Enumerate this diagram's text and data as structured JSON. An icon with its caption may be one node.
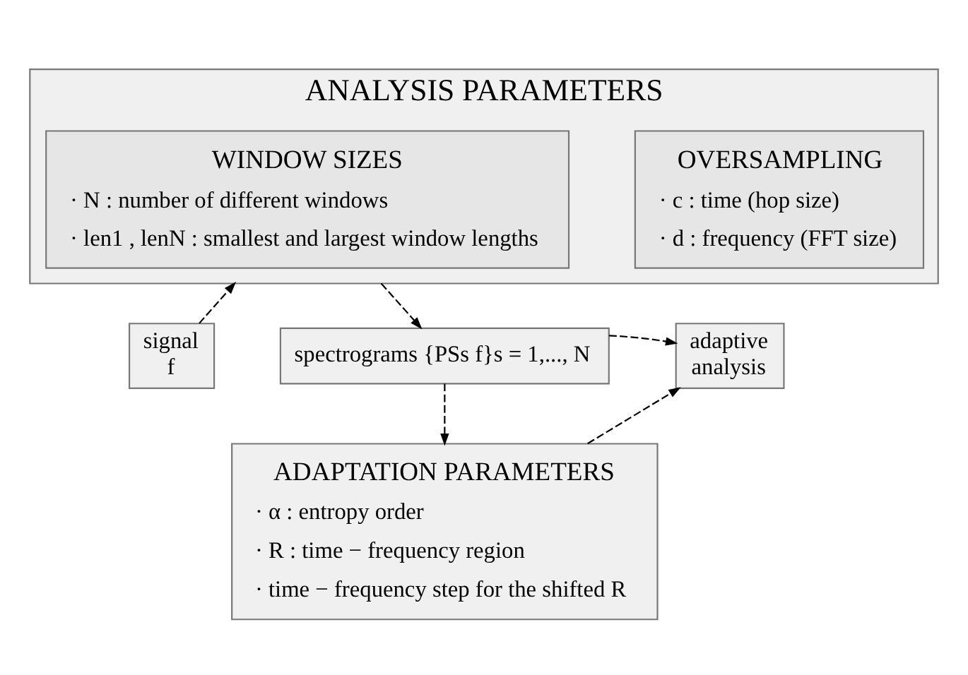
{
  "diagram": {
    "nodes": [
      {
        "text": [
          "ANALYSIS PARAMETERS"
        ]
      },
      {
        "text": [
          "WINDOW SIZES",
          "· N : number of different windows",
          "· len1 , lenN : smallest and largest window lengths"
        ],
        "in": 0
      },
      {
        "text": [
          "OVERSAMPLING",
          "· c : time (hop size)",
          "· d : frequency (FFT size)"
        ],
        "in": 0
      },
      {
        "text": [
          "signal f"
        ]
      },
      {
        "text": [
          "spectrograms {PSs f}s = 1,..., N"
        ]
      },
      {
        "text": [
          "ADAPTATION PARAMETERS",
          "· α : entropy order",
          "· R : time − frequency region",
          "· time − frequency step for the shifted R"
        ]
      },
      {
        "text": [
          "adaptive analysis"
        ]
      }
    ],
    "edges": [
      {
        "from": 3,
        "to": 0,
        "arrow": "to",
        "style": "dashed"
      },
      {
        "from": 0,
        "to": 4,
        "arrow": "to",
        "style": "dashed"
      },
      {
        "from": 4,
        "to": 5,
        "arrow": "to",
        "style": "dashed"
      },
      {
        "from": 4,
        "to": 6,
        "arrow": "to",
        "style": "dashed"
      },
      {
        "from": 5,
        "to": 6,
        "arrow": "to",
        "style": "dashed"
      }
    ]
  }
}
